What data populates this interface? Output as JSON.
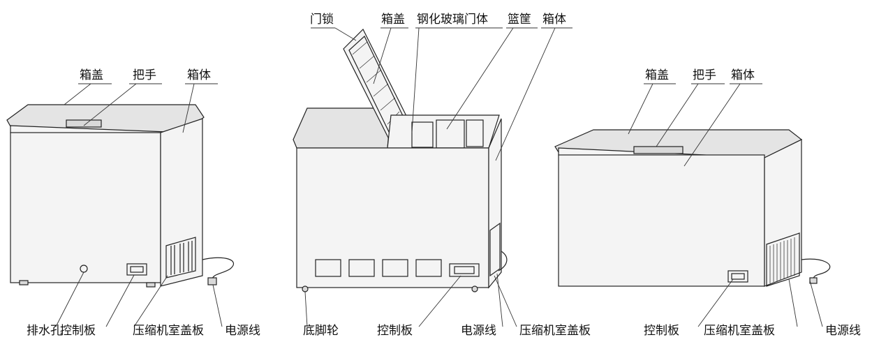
{
  "freezer_left": {
    "labels": {
      "lid": "箱盖",
      "handle": "把手",
      "body": "箱体",
      "drain": "排水孔",
      "control": "控制板",
      "compressor_cover": "压缩机室盖板",
      "power_cord": "电源线"
    }
  },
  "freezer_middle": {
    "labels": {
      "door_lock": "门锁",
      "lid": "箱盖",
      "glass_door": "钢化玻璃门体",
      "basket": "篮筐",
      "body": "箱体",
      "caster": "底脚轮",
      "control": "控制板",
      "power_cord": "电源线",
      "compressor_cover": "压缩机室盖板"
    }
  },
  "freezer_right": {
    "labels": {
      "lid": "箱盖",
      "handle": "把手",
      "body": "箱体",
      "control": "控制板",
      "compressor_cover": "压缩机室盖板",
      "power_cord": "电源线"
    }
  }
}
